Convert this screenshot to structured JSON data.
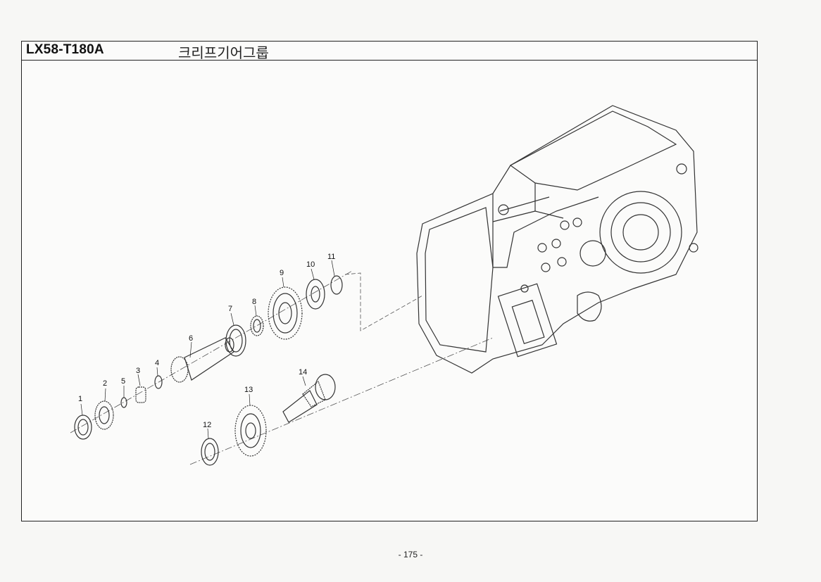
{
  "header": {
    "model_code": "LX58-T180A",
    "group_title": "크리프기어그룹"
  },
  "callouts": [
    {
      "id": "1",
      "label": "1"
    },
    {
      "id": "2",
      "label": "2"
    },
    {
      "id": "3",
      "label": "3"
    },
    {
      "id": "4",
      "label": "4"
    },
    {
      "id": "5",
      "label": "5"
    },
    {
      "id": "6",
      "label": "6"
    },
    {
      "id": "7",
      "label": "7"
    },
    {
      "id": "8",
      "label": "8"
    },
    {
      "id": "9",
      "label": "9"
    },
    {
      "id": "10",
      "label": "10"
    },
    {
      "id": "11",
      "label": "11"
    },
    {
      "id": "12",
      "label": "12"
    },
    {
      "id": "13",
      "label": "13"
    },
    {
      "id": "14",
      "label": "14"
    }
  ],
  "footer": {
    "page_number": "- 175 -"
  }
}
